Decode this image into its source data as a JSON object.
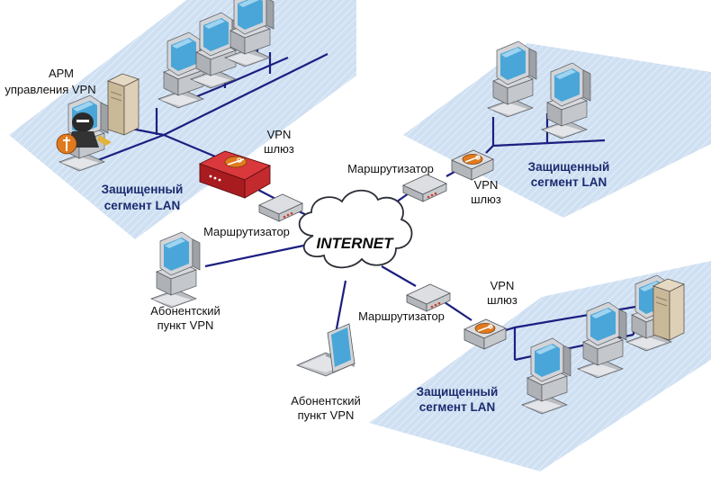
{
  "colors": {
    "panel": "#cfe0f2",
    "panel_hatch": "#e2edf8",
    "line": "#1c1f80",
    "gateway_red": "#c8272c",
    "device_gray": "#c9ccd0",
    "screen_blue": "#4aa6d8",
    "key_orange": "#e07a1e"
  },
  "labels": {
    "arm_line1": "АРМ",
    "arm_line2": "управления VPN",
    "vpn_gw_main_1": "VPN",
    "vpn_gw_main_2": "шлюз",
    "lan_left_1": "Защищенный",
    "lan_left_2": "сегмент LAN",
    "router_left": "Маршрутизатор",
    "internet": "INTERNET",
    "router_top_right": "Маршрутизатор",
    "vpn_gw_tr_1": "VPN",
    "vpn_gw_tr_2": "шлюз",
    "lan_tr_1": "Защищенный",
    "lan_tr_2": "сегмент LAN",
    "subscriber_left_1": "Абонентский",
    "subscriber_left_2": "пункт VPN",
    "router_bottom": "Маршрутизатор",
    "vpn_gw_br_1": "VPN",
    "vpn_gw_br_2": "шлюз",
    "lan_br_1": "Защищенный",
    "lan_br_2": "сегмент LAN",
    "subscriber_bottom_1": "Абонентский",
    "subscriber_bottom_2": "пункт VPN"
  }
}
